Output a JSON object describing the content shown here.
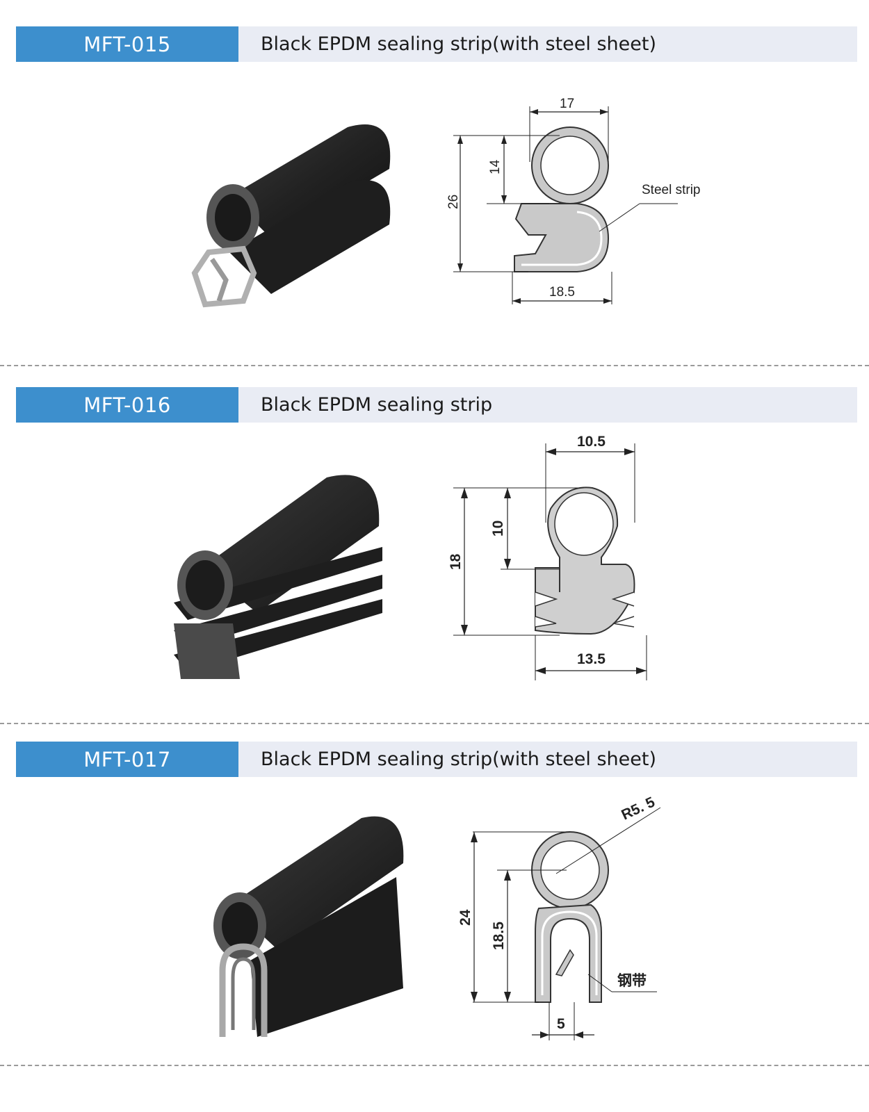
{
  "products": [
    {
      "code": "MFT-015",
      "title": "Black EPDM sealing strip(with steel sheet)",
      "dimensions": {
        "width_top": "17",
        "upper_height": "14",
        "total_height": "26",
        "base_width": "18.5"
      },
      "callout": "Steel strip"
    },
    {
      "code": "MFT-016",
      "title": "Black EPDM sealing strip",
      "dimensions": {
        "width_top": "10.5",
        "upper_height": "10",
        "total_height": "18",
        "base_width": "13.5"
      }
    },
    {
      "code": "MFT-017",
      "title": "Black EPDM sealing strip(with steel sheet)",
      "dimensions": {
        "radius": "R5. 5",
        "total_height": "24",
        "lower_height": "18.5",
        "gap_width": "5"
      },
      "callout": "钢带"
    }
  ],
  "colors": {
    "code_bg": "#3d8fcd",
    "header_bg": "#e9ecf4",
    "rubber": "#2a2a2a",
    "profile": "#c8c8c8"
  }
}
